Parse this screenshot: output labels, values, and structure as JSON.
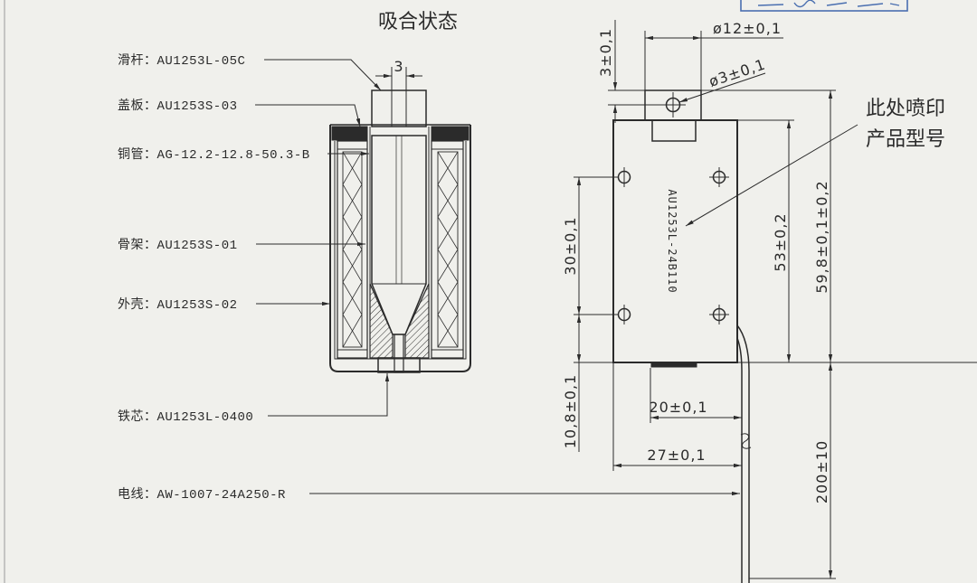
{
  "title": "吸合状态",
  "part_labels": {
    "slider": "滑杆：AU1253L-05C",
    "cover_plate": "盖板：AU1253S-03",
    "copper_tube": "铜管：AG-12.2-12.8-50.3-B",
    "bobbin": "骨架：AU1253S-01",
    "housing": "外壳：AU1253S-02",
    "iron_core": "铁芯：AU1253L-0400",
    "wire": "电线：AW-1007-24A250-R"
  },
  "dimensions": {
    "rod_width": "3",
    "hole_from_top": "3±0,1",
    "boss_diameter": "ø12±0,1",
    "hole_diameter": "ø3±0,1",
    "mount_hole_pitch": "30±0,1",
    "body_height": "53±0,2",
    "overall_height": "59,8±0,1±0,2",
    "hole_to_bottom": "10,8±0,1",
    "wire_offset": "20±0,1",
    "body_width": "27±0,1",
    "wire_length": "200±10"
  },
  "note": [
    "此处喷印",
    "产品型号"
  ],
  "product_marking": "AU1253L-24B110",
  "colors": {
    "paper": "#f0f0ec",
    "ink": "#2b2b2b",
    "stamp": "#4a6fb0"
  }
}
